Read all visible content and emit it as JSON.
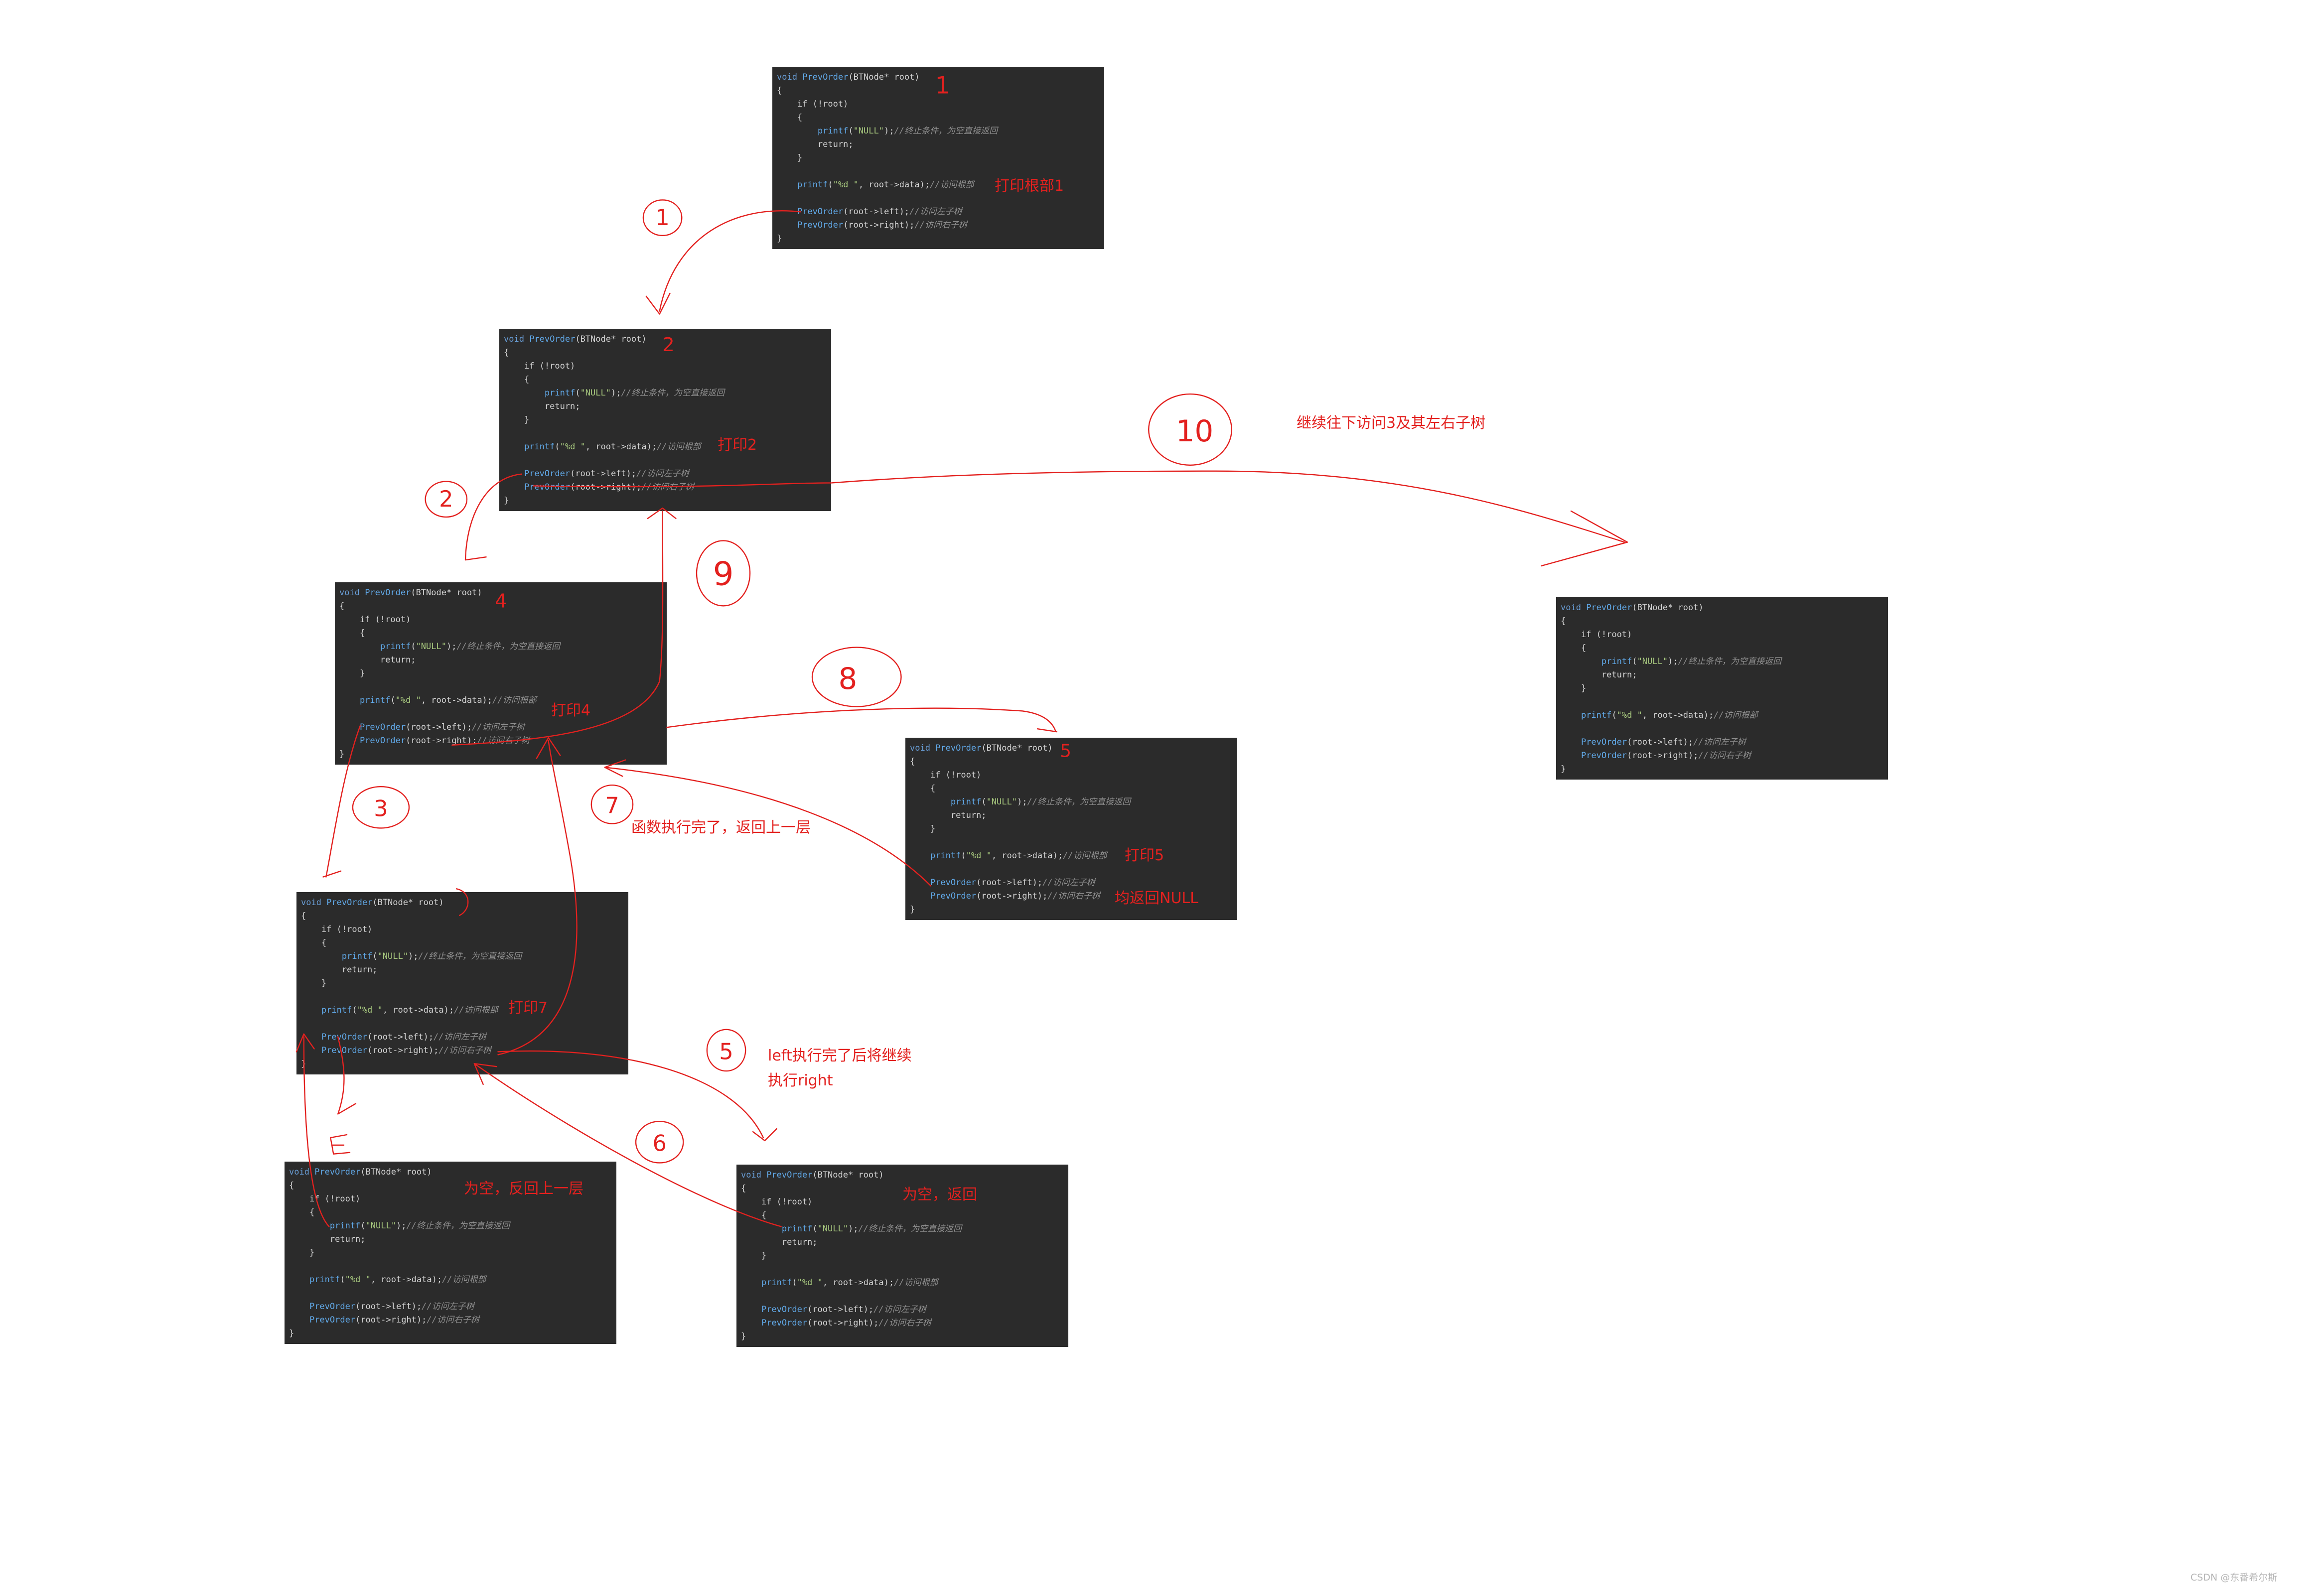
{
  "colors": {
    "background": "#ffffff",
    "code_background": "#2b2b2b",
    "annotation_red": "#e3211f",
    "keyword": "#6a9fd8",
    "function": "#61a9e8",
    "string": "#a8c97f",
    "comment": "#8f8f8f",
    "plain": "#d4d4d4"
  },
  "code": {
    "lines": [
      [
        [
          "kw",
          "void"
        ],
        [
          "p",
          " "
        ],
        [
          "fn",
          "PrevOrder"
        ],
        [
          "p",
          "(BTNode* root)"
        ]
      ],
      [
        [
          "p",
          "{"
        ]
      ],
      [
        [
          "p",
          "    if (!root)"
        ]
      ],
      [
        [
          "p",
          "    {"
        ]
      ],
      [
        [
          "p",
          "        "
        ],
        [
          "fn",
          "printf"
        ],
        [
          "p",
          "("
        ],
        [
          "str",
          "\"NULL\""
        ],
        [
          "p",
          ");"
        ],
        [
          "cm",
          "//终止条件，为空直接返回"
        ]
      ],
      [
        [
          "p",
          "        return;"
        ]
      ],
      [
        [
          "p",
          "    }"
        ]
      ],
      [],
      [
        [
          "p",
          "    "
        ],
        [
          "fn",
          "printf"
        ],
        [
          "p",
          "("
        ],
        [
          "str",
          "\"%d \""
        ],
        [
          "p",
          ", root->data);"
        ],
        [
          "cm",
          "//访问根部"
        ]
      ],
      [],
      [
        [
          "p",
          "    "
        ],
        [
          "fn",
          "PrevOrder"
        ],
        [
          "p",
          "(root->left);"
        ],
        [
          "cm",
          "//访问左子树"
        ]
      ],
      [
        [
          "p",
          "    "
        ],
        [
          "fn",
          "PrevOrder"
        ],
        [
          "p",
          "(root->right);"
        ],
        [
          "cm",
          "//访问右子树"
        ]
      ],
      [
        [
          "p",
          "}"
        ]
      ]
    ]
  },
  "annotations": {
    "print_root_1": "打印根部1",
    "print_2": "打印2",
    "continue_3": "继续往下访问3及其左右子树",
    "print_4": "打印4",
    "function_done": "函数执行完了，返回上一层",
    "print_5": "打印5",
    "both_null": "均返回NULL",
    "print_7": "打印7",
    "left_done_line1": "left执行完了后将继续",
    "left_done_line2": "执行right",
    "null_return_up": "为空，反回上一层",
    "null_return": "为空，返回"
  },
  "step_labels": {
    "s1": "1",
    "s2": "2",
    "s3": "3",
    "s5": "5",
    "s6": "6",
    "s7": "7",
    "s8": "8",
    "s9": "9",
    "s10": "10"
  },
  "frame_marks": {
    "m1": "1",
    "m2": "2",
    "m4": "4",
    "m5": "5"
  },
  "watermark": "CSDN @东番希尔斯"
}
